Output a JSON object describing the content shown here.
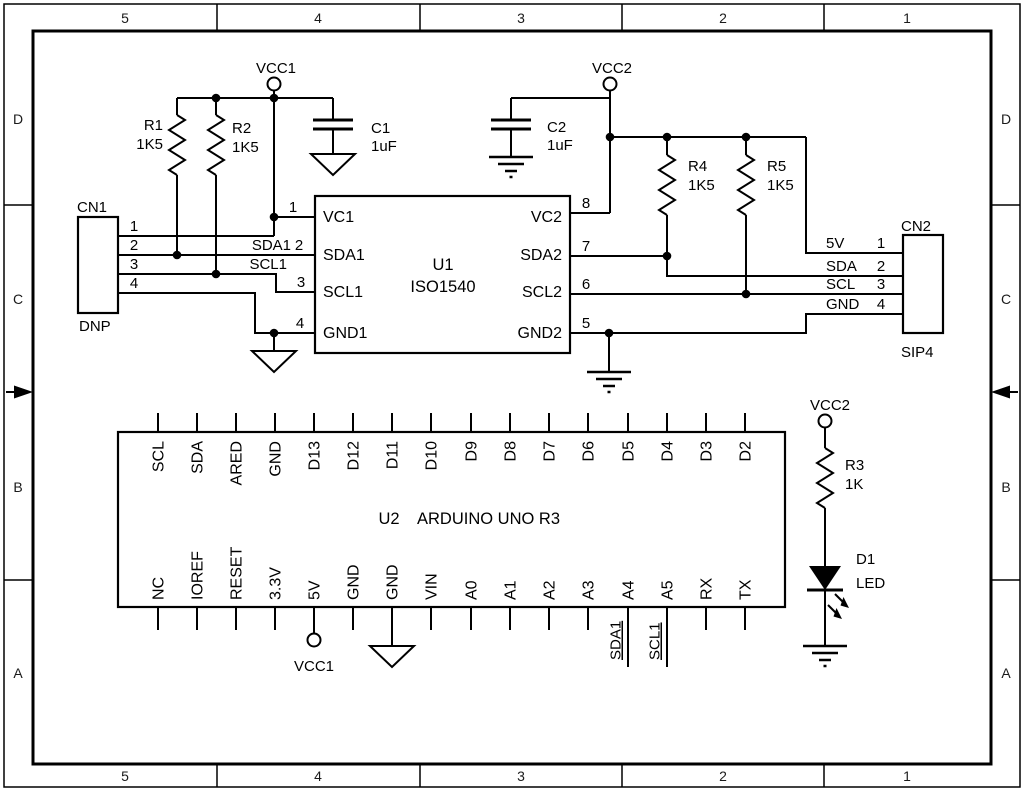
{
  "frame": {
    "cols": [
      "5",
      "4",
      "3",
      "2",
      "1"
    ],
    "rows": [
      "D",
      "C",
      "B",
      "A"
    ]
  },
  "power": {
    "vcc1": "VCC1",
    "vcc2": "VCC2"
  },
  "nets": {
    "sda1": "SDA1",
    "scl1": "SCL1"
  },
  "parts": {
    "r1": {
      "ref": "R1",
      "val": "1K5"
    },
    "r2": {
      "ref": "R2",
      "val": "1K5"
    },
    "r3": {
      "ref": "R3",
      "val": "1K"
    },
    "r4": {
      "ref": "R4",
      "val": "1K5"
    },
    "r5": {
      "ref": "R5",
      "val": "1K5"
    },
    "c1": {
      "ref": "C1",
      "val": "1uF"
    },
    "c2": {
      "ref": "C2",
      "val": "1uF"
    },
    "d1": {
      "ref": "D1",
      "val": "LED"
    },
    "cn1": {
      "ref": "CN1",
      "note": "DNP"
    },
    "cn2": {
      "ref": "CN2",
      "note": "SIP4"
    },
    "u1": {
      "ref": "U1",
      "part": "ISO1540"
    },
    "u2": {
      "ref": "U2",
      "part": "ARDUINO UNO R3"
    }
  },
  "cn1_pins": [
    "1",
    "2",
    "3",
    "4"
  ],
  "cn2_pins": [
    {
      "n": "1",
      "net": "5V"
    },
    {
      "n": "2",
      "net": "SDA"
    },
    {
      "n": "3",
      "net": "SCL"
    },
    {
      "n": "4",
      "net": "GND"
    }
  ],
  "u1_pins": {
    "left": [
      {
        "n": "1",
        "name": "VC1"
      },
      {
        "n": "2",
        "name": "SDA1"
      },
      {
        "n": "3",
        "name": "SCL1"
      },
      {
        "n": "4",
        "name": "GND1"
      }
    ],
    "right": [
      {
        "n": "8",
        "name": "VC2"
      },
      {
        "n": "7",
        "name": "SDA2"
      },
      {
        "n": "6",
        "name": "SCL2"
      },
      {
        "n": "5",
        "name": "GND2"
      }
    ]
  },
  "u2_pins": {
    "top": [
      "SCL",
      "SDA",
      "ARED",
      "GND",
      "D13",
      "D12",
      "D11",
      "D10",
      "D9",
      "D8",
      "D7",
      "D6",
      "D5",
      "D4",
      "D3",
      "D2"
    ],
    "bottom": [
      "NC",
      "IOREF",
      "RESET",
      "3.3V",
      "5V",
      "GND",
      "GND",
      "VIN",
      "A0",
      "A1",
      "A2",
      "A3",
      "A4",
      "A5",
      "RX",
      "TX"
    ]
  }
}
